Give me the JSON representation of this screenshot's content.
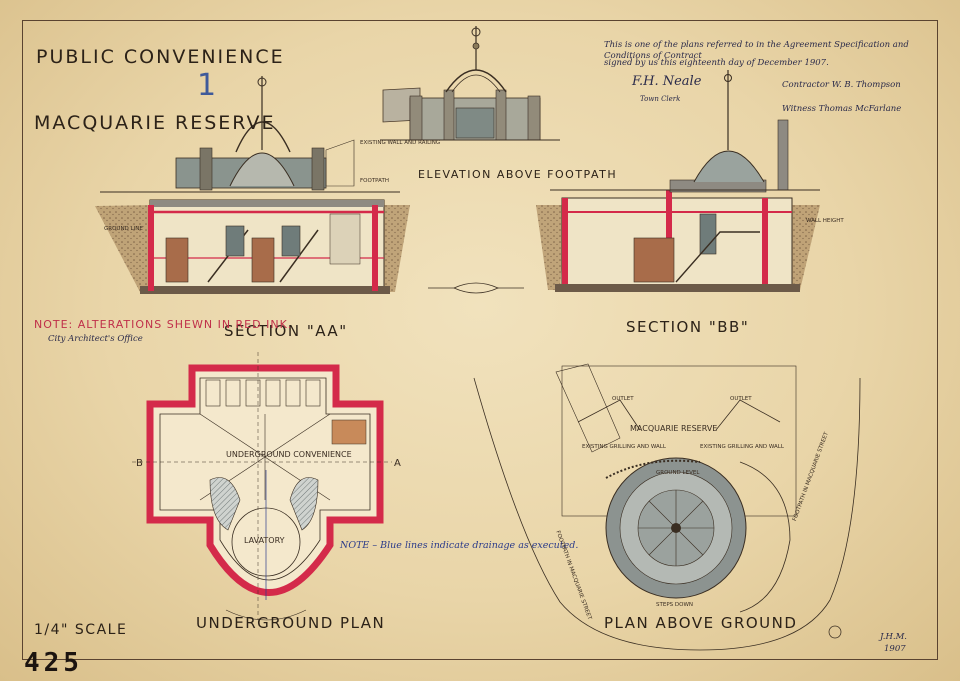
{
  "title": {
    "line1": "PUBLIC CONVENIENCE",
    "line2": "MACQUARIE RESERVE",
    "sheet_mark": "1"
  },
  "certification": {
    "line1": "This is one of the plans referred to in the Agreement Specification and Conditions of Contract",
    "line2": "signed by us this eighteenth day of December 1907.",
    "signature": "F.H. Neale",
    "signature_role": "Town Clerk",
    "contractor": "Contractor   W. B. Thompson",
    "witness": "Witness   Thomas McFarlane"
  },
  "labels": {
    "elevation": "ELEVATION ABOVE FOOTPATH",
    "section_aa": "SECTION \"AA\"",
    "section_bb": "SECTION \"BB\"",
    "underground_plan": "UNDERGROUND PLAN",
    "plan_above_ground": "PLAN ABOVE GROUND",
    "scale": "1/4\" SCALE",
    "sheet_number": "425",
    "initials": "J.H.M.",
    "year": "1907"
  },
  "notes": {
    "red": "NOTE: ALTERATIONS SHEWN IN RED INK.",
    "red_sub": "City Architect's Office",
    "blue": "NOTE – Blue lines indicate drainage as executed."
  },
  "plan_labels": {
    "plan_name": "UNDERGROUND CONVENIENCE",
    "lavatory": "LAVATORY",
    "reserve": "MACQUARIE RESERVE",
    "outlet_left": "OUTLET",
    "outlet_right": "OUTLET",
    "railing_left": "EXISTING GRILLING AND WALL",
    "railing_right": "EXISTING GRILLING AND WALL",
    "ground_level": "GROUND LEVEL",
    "steps_down": "STEPS DOWN",
    "footpath_left": "FOOTPATH IN MACQUARIE STREET",
    "footpath_right": "FOOTPATH IN MACQUARIE STREET",
    "cut_b": "B",
    "cut_a": "A"
  },
  "section_labels": {
    "existing_railing": "EXISTING WALL AND RAILING",
    "ground_line": "GROUND LINE",
    "footpath": "FOOTPATH",
    "wall_height": "WALL HEIGHT"
  },
  "colors": {
    "paper": "#ecdcb3",
    "ink": "#3a2a1a",
    "red_ink": "#d42a4a",
    "blue_ink": "#2b3b8a",
    "wash_grey": "#9aa2a0",
    "wash_brown": "#8c5a3c"
  }
}
